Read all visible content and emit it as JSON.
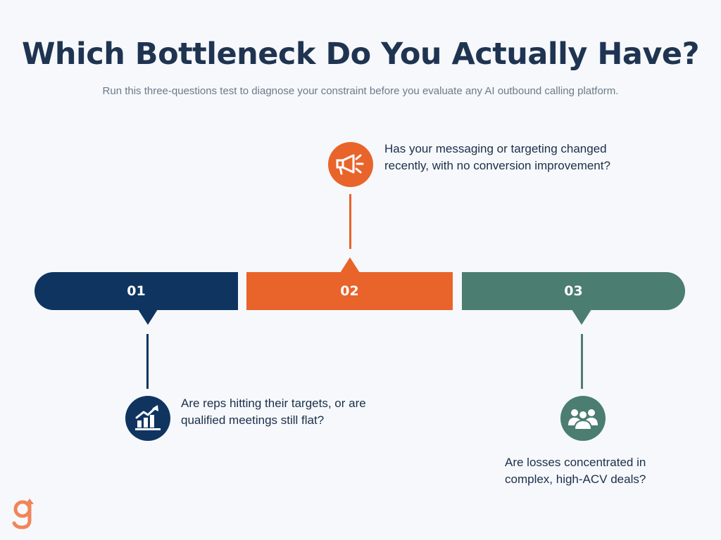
{
  "header": {
    "title": "Which Bottleneck Do You Actually Have?",
    "subtitle": "Run this three-questions test to diagnose your constraint before you evaluate any AI outbound calling platform."
  },
  "steps": [
    {
      "number": "01",
      "question": "Are reps hitting their targets, or are qualified meetings still flat?",
      "icon": "chart-growth-icon",
      "color": "#0f3460"
    },
    {
      "number": "02",
      "question": "Has your messaging or targeting changed recently, with no conversion improvement?",
      "icon": "megaphone-icon",
      "color": "#e8642b"
    },
    {
      "number": "03",
      "question": "Are losses concentrated in complex, high-ACV deals?",
      "icon": "people-group-icon",
      "color": "#4b7d70"
    }
  ],
  "colors": {
    "background": "#f6f8fb",
    "title": "#1f3451",
    "subtitle": "#6b7a8c",
    "logo": "#f0855a"
  },
  "logo": {
    "icon": "brand-logo-icon"
  }
}
